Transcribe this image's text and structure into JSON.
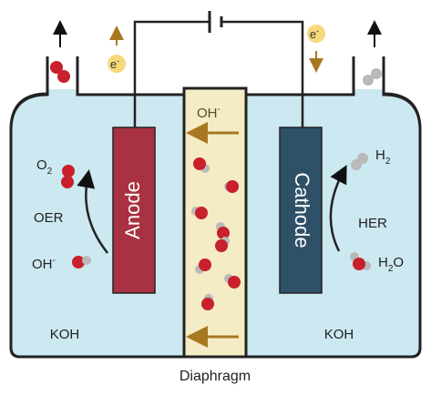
{
  "electrodes": {
    "anode_label": "Anode",
    "cathode_label": "Cathode"
  },
  "membrane": {
    "ion_label": "OH",
    "ion_charge": "-",
    "caption": "Diaphragm"
  },
  "anode_side": {
    "product_symbol": "O",
    "product_subscript": "2",
    "reaction_label": "OER",
    "reactant_symbol": "OH",
    "reactant_charge": "-",
    "electrolyte_label": "KOH"
  },
  "cathode_side": {
    "product_symbol": "H",
    "product_subscript": "2",
    "reaction_label": "HER",
    "reactant_symbol": "H",
    "reactant_subscript": "2",
    "reactant_symbol_2": "O",
    "electrolyte_label": "KOH"
  },
  "circuit": {
    "electron_symbol": "e",
    "electron_charge": "-"
  },
  "colors": {
    "electrolyte": "#cce8f0",
    "cell_outline": "#222222",
    "diaphragm": "#f4ecc4",
    "anode": "#a83241",
    "cathode": "#2f5168",
    "oxygen_atom": "#c8202c",
    "hydrogen_atom": "#b9b9b9",
    "flow_arrow": "#a87722",
    "electron_badge": "#f6d97a"
  }
}
